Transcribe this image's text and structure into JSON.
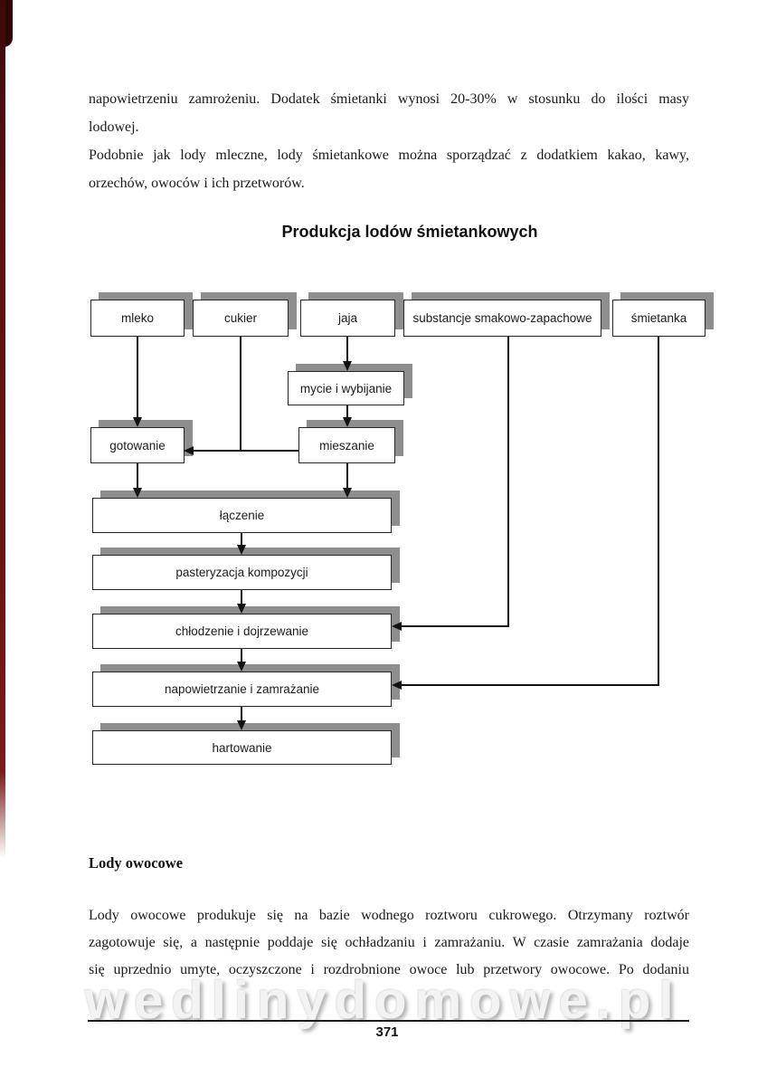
{
  "top_paragraph": {
    "lines": [
      "napowietrzeniu zamrożeniu. Dodatek śmietanki wynosi 20-30% w stosunku do ilości masy",
      "lodowej.",
      "Podobnie jak lody mleczne, lody śmietankowe można sporządzać z dodatkiem kakao, kawy,",
      "orzechów, owoców i ich przetworów."
    ]
  },
  "diagram": {
    "title": "Produkcja lodów śmietankowych",
    "boxes": {
      "mleko": "mleko",
      "cukier": "cukier",
      "jaja": "jaja",
      "substancje": "substancje smakowo-zapachowe",
      "smietanka": "śmietanka",
      "mycie": "mycie i wybijanie",
      "gotowanie": "gotowanie",
      "mieszanie": "mieszanie",
      "laczenie": "łączenie",
      "pasteryzacja": "pasteryzacja kompozycji",
      "chlodzenie": "chłodzenie i dojrzewanie",
      "napowietrzanie": "napowietrzanie i zamrażanie",
      "hartowanie": "hartowanie"
    }
  },
  "section": {
    "heading": "Lody owocowe",
    "lines": [
      "Lody owocowe produkuje się na bazie wodnego roztworu cukrowego. Otrzymany roztwór",
      "zagotowuje się, a następnie poddaje się ochładzaniu i zamrażaniu. W czasie zamrażania dodaje",
      "się uprzednio umyte, oczyszczone i rozdrobnione owoce lub przetwory owocowe. Po dodaniu"
    ]
  },
  "footer": {
    "watermark": "wedlinydomowe.pl",
    "page_number": "371"
  },
  "colors": {
    "box_shadow": "#8e8e8e",
    "box_border": "#262626",
    "line": "#121212",
    "scan_edge": "#5d1010"
  }
}
